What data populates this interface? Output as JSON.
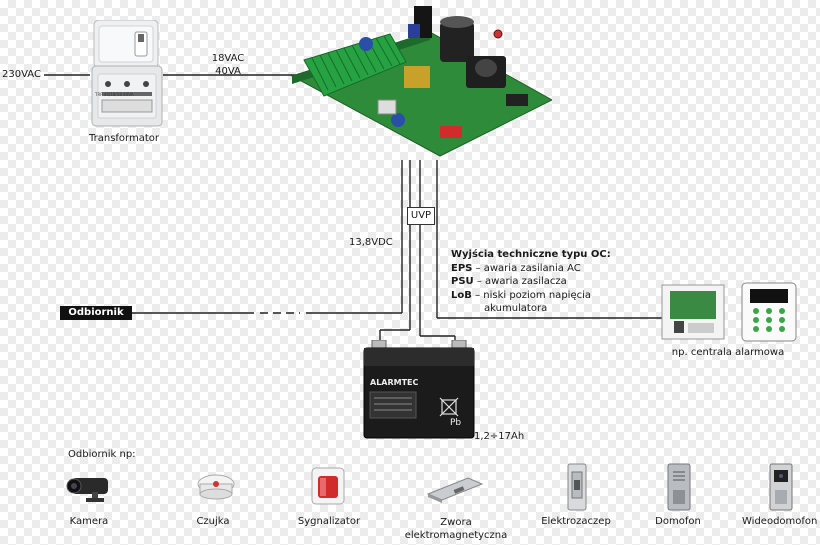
{
  "power": {
    "mains_label": "230VAC",
    "transformer_output": [
      "18VAC",
      "40VA"
    ],
    "transformer_label": "Transformator",
    "transformer_plate": "TRP 40/18/18 40VA",
    "dc_voltage_label": "13,8VDC",
    "uvp_label": "UVP"
  },
  "receiver_label": "Odbiornik",
  "oc_outputs": {
    "title": "Wyjścia techniczne typu OC:",
    "items": [
      {
        "code": "EPS",
        "text": "– awaria zasilania AC"
      },
      {
        "code": "PSU",
        "text": "– awaria zasilacza"
      },
      {
        "code": "LoB",
        "text": "– niski poziom napięcia"
      }
    ],
    "continuation": "akumulatora"
  },
  "alarm_panel_label": "np. centrala alarmowa",
  "battery": {
    "brand": "ALARMTEC",
    "capacity_label": "1,2÷17Ah",
    "terminal_label": "Pb"
  },
  "receivers": {
    "title": "Odbiornik np:",
    "items": [
      "Kamera",
      "Czujka",
      "Sygnalizator",
      "Zwora elektromagnetyczna",
      "Elektrozaczep",
      "Domofon",
      "Wideodomofon"
    ]
  },
  "colors": {
    "pcb": "#2e8b3a",
    "terminal_block": "#27a243",
    "wire": "#222222",
    "accent_red": "#d22b2b"
  }
}
